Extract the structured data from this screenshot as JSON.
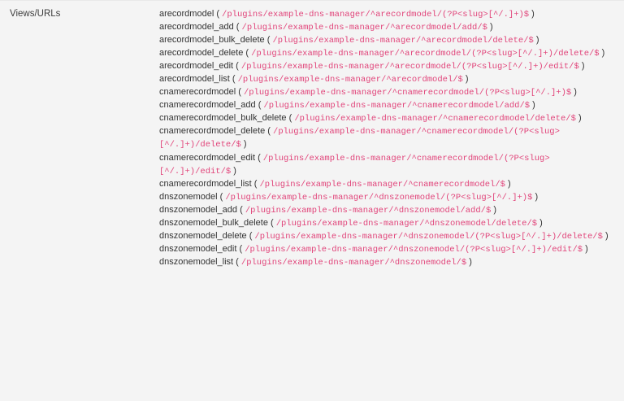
{
  "row": {
    "label": "Views/URLs"
  },
  "syntax": {
    "open_paren": "(",
    "close_paren": ")",
    "name_color": "#333333",
    "pattern_color": "#e1447a",
    "background_color": "#f4f4f4"
  },
  "entries": [
    {
      "name": "arecordmodel",
      "pattern": "/plugins/example-dns-manager/^arecordmodel/(?P<slug>[^/.]+)$"
    },
    {
      "name": "arecordmodel_add",
      "pattern": "/plugins/example-dns-manager/^arecordmodel/add/$"
    },
    {
      "name": "arecordmodel_bulk_delete",
      "pattern": "/plugins/example-dns-manager/^arecordmodel/delete/$"
    },
    {
      "name": "arecordmodel_delete",
      "pattern": "/plugins/example-dns-manager/^arecordmodel/(?P<slug>[^/.]+)/delete/$"
    },
    {
      "name": "arecordmodel_edit",
      "pattern": "/plugins/example-dns-manager/^arecordmodel/(?P<slug>[^/.]+)/edit/$"
    },
    {
      "name": "arecordmodel_list",
      "pattern": "/plugins/example-dns-manager/^arecordmodel/$"
    },
    {
      "name": "cnamerecordmodel",
      "pattern": "/plugins/example-dns-manager/^cnamerecordmodel/(?P<slug>[^/.]+)$"
    },
    {
      "name": "cnamerecordmodel_add",
      "pattern": "/plugins/example-dns-manager/^cnamerecordmodel/add/$"
    },
    {
      "name": "cnamerecordmodel_bulk_delete",
      "pattern": "/plugins/example-dns-manager/^cnamerecordmodel/delete/$"
    },
    {
      "name": "cnamerecordmodel_delete",
      "pattern": "/plugins/example-dns-manager/^cnamerecordmodel/(?P<slug>[^/.]+)/delete/$"
    },
    {
      "name": "cnamerecordmodel_edit",
      "pattern": "/plugins/example-dns-manager/^cnamerecordmodel/(?P<slug>[^/.]+)/edit/$"
    },
    {
      "name": "cnamerecordmodel_list",
      "pattern": "/plugins/example-dns-manager/^cnamerecordmodel/$"
    },
    {
      "name": "dnszonemodel",
      "pattern": "/plugins/example-dns-manager/^dnszonemodel/(?P<slug>[^/.]+)$"
    },
    {
      "name": "dnszonemodel_add",
      "pattern": "/plugins/example-dns-manager/^dnszonemodel/add/$"
    },
    {
      "name": "dnszonemodel_bulk_delete",
      "pattern": "/plugins/example-dns-manager/^dnszonemodel/delete/$"
    },
    {
      "name": "dnszonemodel_delete",
      "pattern": "/plugins/example-dns-manager/^dnszonemodel/(?P<slug>[^/.]+)/delete/$"
    },
    {
      "name": "dnszonemodel_edit",
      "pattern": "/plugins/example-dns-manager/^dnszonemodel/(?P<slug>[^/.]+)/edit/$"
    },
    {
      "name": "dnszonemodel_list",
      "pattern": "/plugins/example-dns-manager/^dnszonemodel/$"
    }
  ]
}
